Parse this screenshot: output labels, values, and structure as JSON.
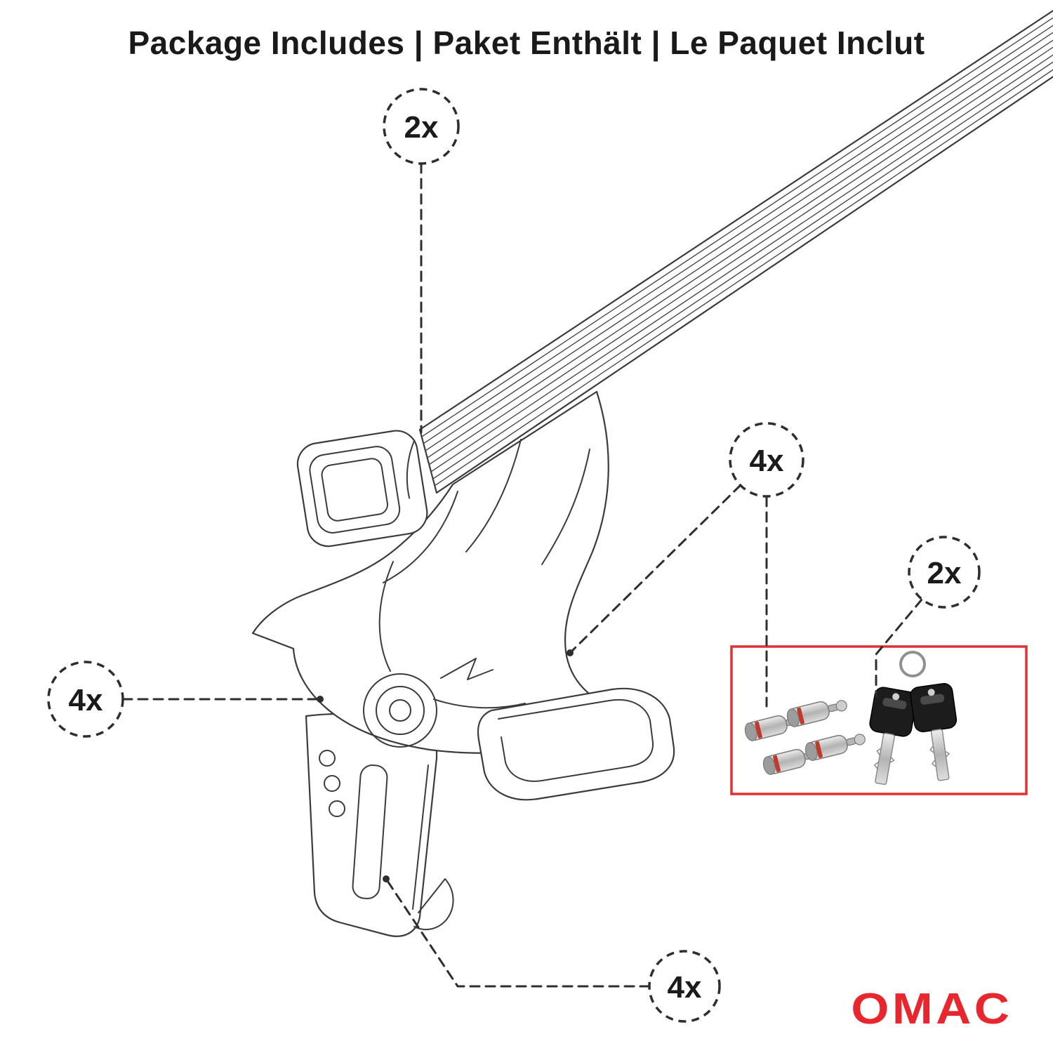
{
  "title": "Package Includes | Paket Enthält | Le Paquet Inclut",
  "callouts": {
    "crossbar": "2x",
    "foot": "4x",
    "locks": "4x",
    "keys": "2x",
    "clamp": "4x"
  },
  "brand": {
    "name": "OMAC",
    "color": "#e8262d"
  },
  "colors": {
    "line": "#3b3b3b",
    "highlight_box": "#e03030"
  }
}
